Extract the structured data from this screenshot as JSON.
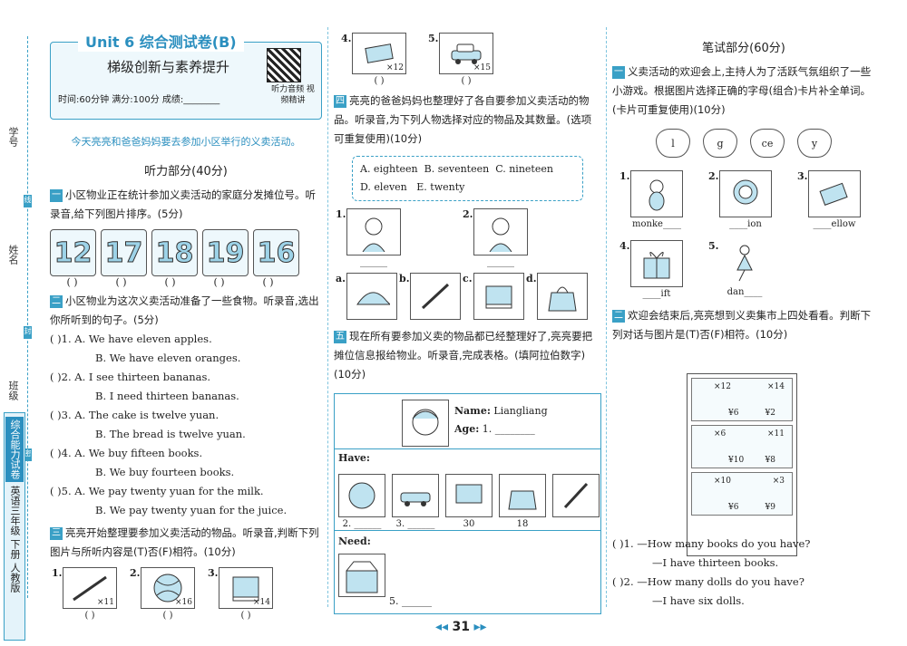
{
  "sidebar": {
    "student_no": "学号",
    "name": "姓名",
    "class": "班级",
    "marker_top": "线",
    "marker_mid": "封",
    "marker_bot": "密",
    "book_brand": "综合能力试卷",
    "book_grade": "英语三年级",
    "book_term": "下册",
    "book_edition": "人教版"
  },
  "header": {
    "title": "Unit 6 综合测试卷(B)",
    "subtitle": "梯级创新与素养提升",
    "meta": "时间:60分钟   满分:100分   成绩:________",
    "qr_caption": "听力音频 视频精讲"
  },
  "intro": "今天亮亮和爸爸妈妈要去参加小区举行的义卖活动。",
  "listening": {
    "part_title": "听力部分(40分)",
    "sec1": {
      "num": "一",
      "text": "小区物业正在统计参加义卖活动的家庭分发摊位号。听录音,给下列图片排序。(5分)",
      "numbers": [
        "12",
        "17",
        "18",
        "19",
        "16"
      ]
    },
    "sec2": {
      "num": "二",
      "text": "小区物业为这次义卖活动准备了一些食物。听录音,选出你所听到的句子。(5分)",
      "items": [
        {
          "n": "( )1.",
          "a": "A. We have eleven apples.",
          "b": "B. We have eleven oranges."
        },
        {
          "n": "( )2.",
          "a": "A. I see thirteen bananas.",
          "b": "B. I need thirteen bananas."
        },
        {
          "n": "( )3.",
          "a": "A. The cake is twelve yuan.",
          "b": "B. The bread is twelve yuan."
        },
        {
          "n": "( )4.",
          "a": "A. We buy fifteen books.",
          "b": "B. We buy fourteen books."
        },
        {
          "n": "( )5.",
          "a": "A. We pay twenty yuan for the milk.",
          "b": "B. We pay twenty yuan for the juice."
        }
      ]
    },
    "sec3": {
      "num": "三",
      "text": "亮亮开始整理要参加义卖活动的物品。听录音,判断下列图片与所听内容是(T)否(F)相符。(10分)",
      "items": [
        {
          "n": "1.",
          "mul": "×11",
          "icon": "pencil-icon"
        },
        {
          "n": "2.",
          "mul": "×16",
          "icon": "ball-icon"
        },
        {
          "n": "3.",
          "mul": "×14",
          "icon": "book-icon"
        },
        {
          "n": "4.",
          "mul": "×12",
          "icon": "eraser-icon"
        },
        {
          "n": "5.",
          "mul": "×15",
          "icon": "toy-car-icon"
        }
      ]
    },
    "sec4": {
      "num": "四",
      "text": "亮亮的爸爸妈妈也整理好了各自要参加义卖活动的物品。听录音,为下列人物选择对应的物品及其数量。(选项可重复使用)(10分)",
      "options": [
        "A. eighteen",
        "B. seventeen",
        "C. nineteen",
        "D. eleven",
        "E. twenty"
      ],
      "people": [
        "1.",
        "2."
      ],
      "objects": [
        "a.",
        "b.",
        "c.",
        "d."
      ]
    },
    "sec5": {
      "num": "五",
      "text": "现在所有要参加义卖的物品都已经整理好了,亮亮要把摊位信息报给物业。听录音,完成表格。(填阿拉伯数字)(10分)",
      "name_label": "Name:",
      "name_value": "Liangliang",
      "age_label": "Age:",
      "age_value": "1. ________",
      "have_label": "Have:",
      "have_caps": [
        "2. ______",
        "3. ______",
        "30",
        "18",
        ""
      ],
      "need_label": "Need:",
      "need_cap": "5. ______"
    }
  },
  "writing": {
    "part_title": "笔试部分(60分)",
    "sec1": {
      "num": "一",
      "text": "义卖活动的欢迎会上,主持人为了活跃气氛组织了一些小游戏。根据图片选择正确的字母(组合)卡片补全单词。(卡片可重复使用)(10分)",
      "cards": [
        "l",
        "g",
        "ce",
        "y"
      ],
      "words": [
        {
          "n": "1.",
          "w": "monke____"
        },
        {
          "n": "2.",
          "w": "____ion"
        },
        {
          "n": "3.",
          "w": "____ellow"
        },
        {
          "n": "4.",
          "w": "____ift"
        },
        {
          "n": "5.",
          "w": "dan____"
        }
      ]
    },
    "sec2": {
      "num": "二",
      "text": "欢迎会结束后,亮亮想到义卖集市上四处看看。判断下列对话与图片是(T)否(F)相符。(10分)",
      "shelf": [
        {
          "left": "×12",
          "right": "×14",
          "p1": "¥6",
          "p2": "¥2"
        },
        {
          "left": "×6",
          "right": "×11",
          "p1": "¥10",
          "p2": "¥8"
        },
        {
          "left": "×10",
          "right": "×3",
          "p1": "¥6",
          "p2": "¥9"
        }
      ],
      "dialogs": [
        {
          "n": "( )1.",
          "q": "—How many books do you have?",
          "a": "—I have thirteen books."
        },
        {
          "n": "( )2.",
          "q": "—How many dolls do you have?",
          "a": "—I have six dolls."
        }
      ]
    }
  },
  "footer": {
    "page": "31"
  }
}
